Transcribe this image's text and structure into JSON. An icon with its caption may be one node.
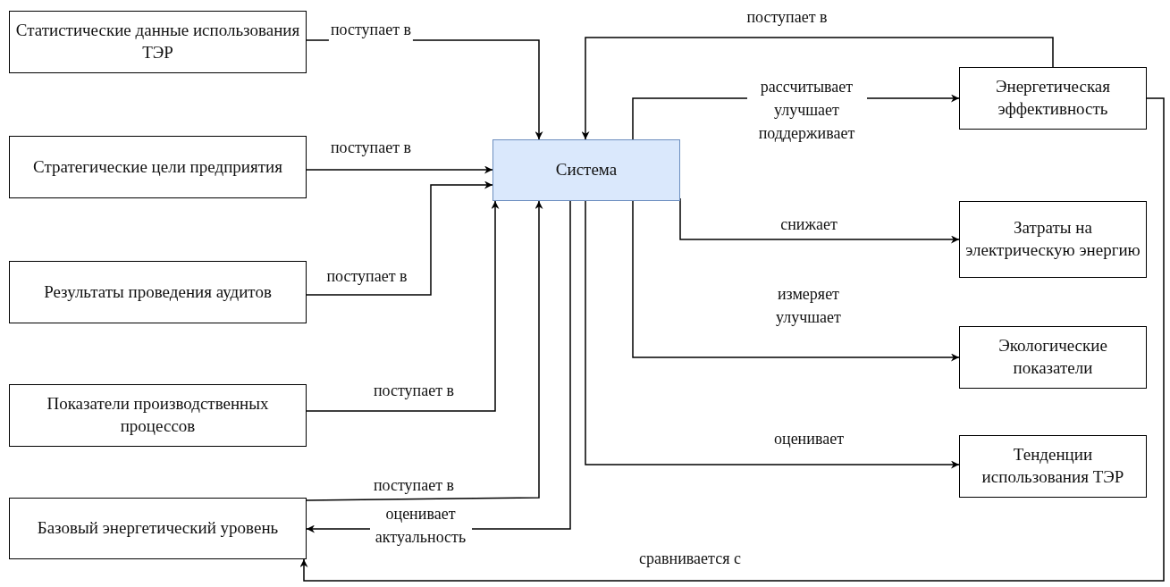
{
  "diagram": {
    "nodes": [
      {
        "text": [
          "Статистические данные использования ТЭР"
        ]
      },
      {
        "text": [
          "Стратегические цели предприятия"
        ]
      },
      {
        "text": [
          "Результаты проведения аудитов"
        ]
      },
      {
        "text": [
          "Показатели производственных процессов"
        ]
      },
      {
        "text": [
          "Базовый энергетический уровень"
        ]
      },
      {
        "text": [
          "Система"
        ]
      },
      {
        "text": [
          "Энергетическая эффективность"
        ]
      },
      {
        "text": [
          "Затраты на электрическую энергию"
        ]
      },
      {
        "text": [
          "Экологические показатели"
        ]
      },
      {
        "text": [
          "Тенденции использования ТЭР"
        ]
      }
    ],
    "edges": [
      {
        "from": 0,
        "to": 5,
        "arrow": "to",
        "label": "поступает в"
      },
      {
        "from": 1,
        "to": 5,
        "arrow": "to",
        "label": "поступает в"
      },
      {
        "from": 2,
        "to": 5,
        "arrow": "to",
        "label": "поступает в"
      },
      {
        "from": 3,
        "to": 5,
        "arrow": "to",
        "label": "поступает в"
      },
      {
        "from": 4,
        "to": 5,
        "arrow": "to",
        "label": "поступает в"
      },
      {
        "from": 5,
        "to": 4,
        "arrow": "to",
        "label": "оценивает актуальность"
      },
      {
        "from": 6,
        "to": 5,
        "arrow": "to",
        "label": "поступает в"
      },
      {
        "from": 5,
        "to": 6,
        "arrow": "to",
        "label": "рассчитывает улучшает поддерживает"
      },
      {
        "from": 6,
        "to": 4,
        "arrow": "to",
        "label": "сравнивается с"
      },
      {
        "from": 5,
        "to": 7,
        "arrow": "to",
        "label": "снижает"
      },
      {
        "from": 5,
        "to": 8,
        "arrow": "to",
        "label": "измеряет улучшает"
      },
      {
        "from": 5,
        "to": 9,
        "arrow": "to",
        "label": "оценивает"
      }
    ]
  }
}
